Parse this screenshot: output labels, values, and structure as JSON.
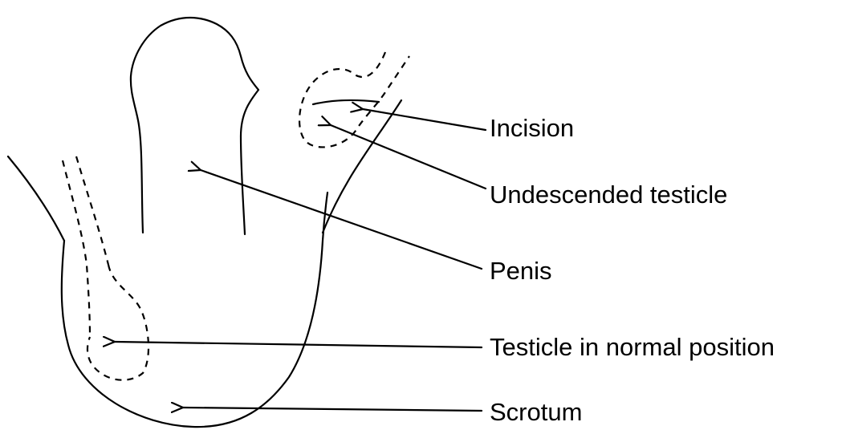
{
  "labels": {
    "incision": "Incision",
    "undescended_testicle": "Undescended testicle",
    "penis": "Penis",
    "testicle_normal_position": "Testicle in normal position",
    "scrotum": "Scrotum"
  },
  "colors": {
    "ink": "#000000",
    "background": "#ffffff"
  }
}
